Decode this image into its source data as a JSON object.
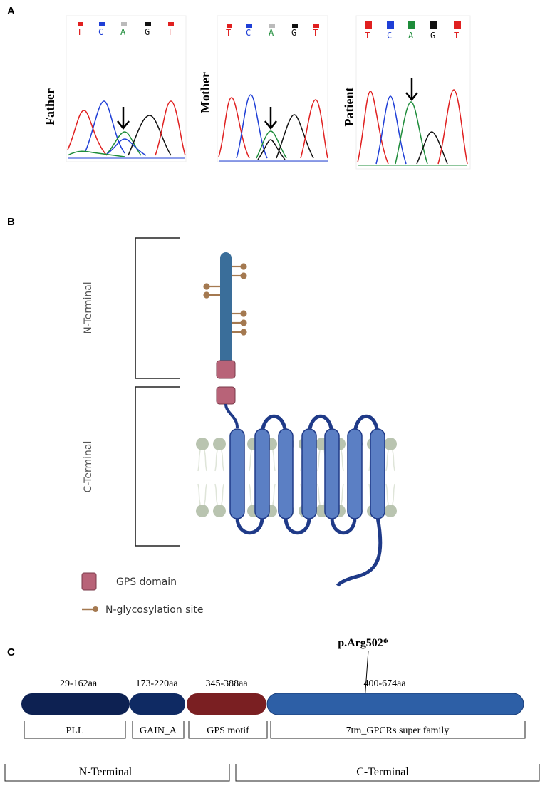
{
  "panels": {
    "a": "A",
    "b": "B",
    "c": "C"
  },
  "colors": {
    "A": "#1e8c3a",
    "C": "#1f3fd6",
    "G": "#111111",
    "T": "#e02020",
    "receptor": "#5b7fc4",
    "gps": "#b86378",
    "nterm_rod": "#3a6e9a",
    "glyco": "#a47950",
    "membrane": "#b9c4b0",
    "pll": "#0d2152",
    "gain": "#0f2a63",
    "gps_motif": "#7a1f22",
    "tm7": "#2d5fa6"
  },
  "chromatograms": [
    {
      "label": "Father",
      "bases": [
        "T",
        "C",
        "A",
        "G",
        "T"
      ]
    },
    {
      "label": "Mother",
      "bases": [
        "T",
        "C",
        "A",
        "G",
        "T"
      ]
    },
    {
      "label": "Patient",
      "bases": [
        "T",
        "C",
        "A",
        "G",
        "T"
      ]
    }
  ],
  "panel_b": {
    "n_terminal_label": "N-Terminal",
    "c_terminal_label": "C-Terminal",
    "legend": [
      {
        "icon": "gps-domain-icon",
        "label": "GPS domain"
      },
      {
        "icon": "n-glycosylation-icon",
        "label": "N-glycosylation site"
      }
    ]
  },
  "panel_c": {
    "mutation_label": "p.Arg502*",
    "domains": [
      {
        "range": "29-162aa",
        "name": "PLL"
      },
      {
        "range": "173-220aa",
        "name": "GAIN_A"
      },
      {
        "range": "345-388aa",
        "name": "GPS motif"
      },
      {
        "range": "400-674aa",
        "name": "7tm_GPCRs super family"
      }
    ],
    "regions": [
      "N-Terminal",
      "C-Terminal"
    ]
  }
}
